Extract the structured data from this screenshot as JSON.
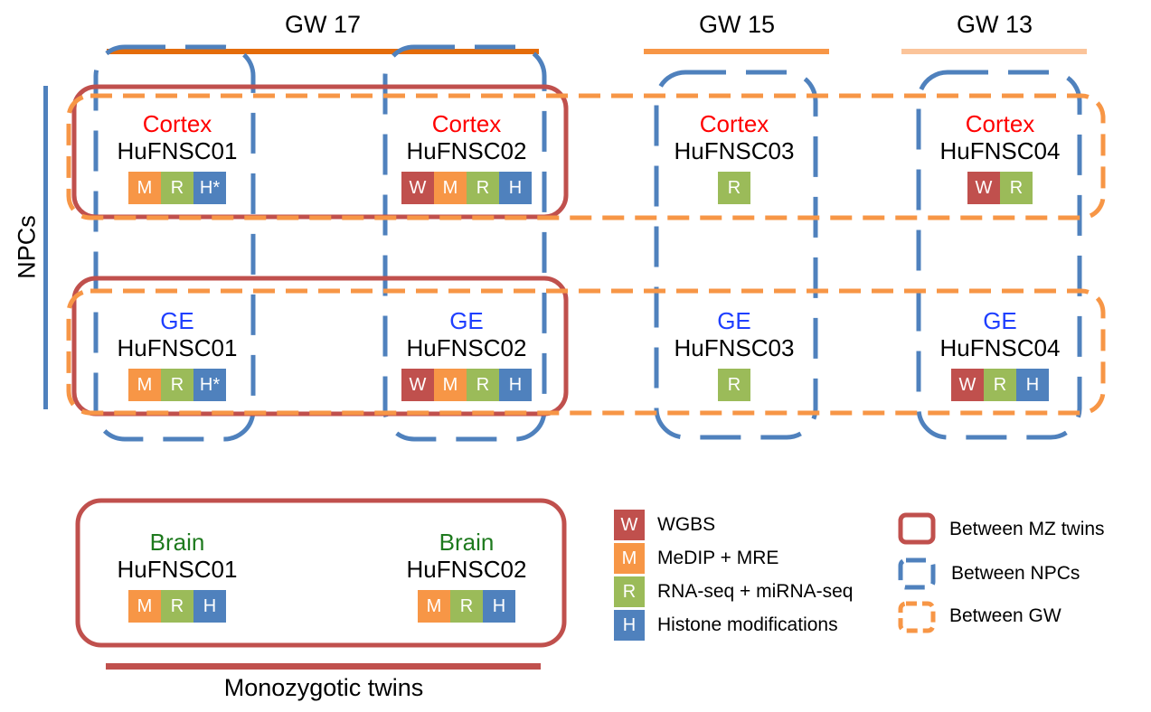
{
  "colors": {
    "W": "#c0504d",
    "M": "#f79646",
    "R": "#9bbb59",
    "H": "#4f81bd",
    "cortex": "#ff0000",
    "ge": "#1f3fff",
    "brain": "#1e7a1e",
    "mz_box": "#c0504d",
    "npc_box": "#4f81bd",
    "gw_box": "#f79646",
    "gw17": "#e46c0a",
    "gw15": "#f79646",
    "gw13": "#fbc49a",
    "npc_bar": "#4f81bd",
    "twins_bar": "#c0504d"
  },
  "headers": {
    "gw17": "GW 17",
    "gw15": "GW 15",
    "gw13": "GW 13",
    "npcs": "NPCs",
    "twins": "Monozygotic twins"
  },
  "cells": [
    {
      "region": "Cortex",
      "sample": "HuFNSC01",
      "badges": [
        "M",
        "R",
        "H*"
      ]
    },
    {
      "region": "Cortex",
      "sample": "HuFNSC02",
      "badges": [
        "W",
        "M",
        "R",
        "H"
      ]
    },
    {
      "region": "Cortex",
      "sample": "HuFNSC03",
      "badges": [
        "R"
      ]
    },
    {
      "region": "Cortex",
      "sample": "HuFNSC04",
      "badges": [
        "W",
        "R"
      ]
    },
    {
      "region": "GE",
      "sample": "HuFNSC01",
      "badges": [
        "M",
        "R",
        "H*"
      ]
    },
    {
      "region": "GE",
      "sample": "HuFNSC02",
      "badges": [
        "W",
        "M",
        "R",
        "H"
      ]
    },
    {
      "region": "GE",
      "sample": "HuFNSC03",
      "badges": [
        "R"
      ]
    },
    {
      "region": "GE",
      "sample": "HuFNSC04",
      "badges": [
        "W",
        "R",
        "H"
      ]
    },
    {
      "region": "Brain",
      "sample": "HuFNSC01",
      "badges": [
        "M",
        "R",
        "H"
      ]
    },
    {
      "region": "Brain",
      "sample": "HuFNSC02",
      "badges": [
        "M",
        "R",
        "H"
      ]
    }
  ],
  "legend_assays": [
    {
      "letter": "W",
      "label": "WGBS"
    },
    {
      "letter": "M",
      "label": "MeDIP + MRE"
    },
    {
      "letter": "R",
      "label": "RNA-seq + miRNA-seq"
    },
    {
      "letter": "H",
      "label": "Histone modifications"
    }
  ],
  "legend_boxes": [
    {
      "style": "mz",
      "label": "Between MZ twins"
    },
    {
      "style": "npc",
      "label": "Between NPCs"
    },
    {
      "style": "gw",
      "label": "Between GW"
    }
  ]
}
